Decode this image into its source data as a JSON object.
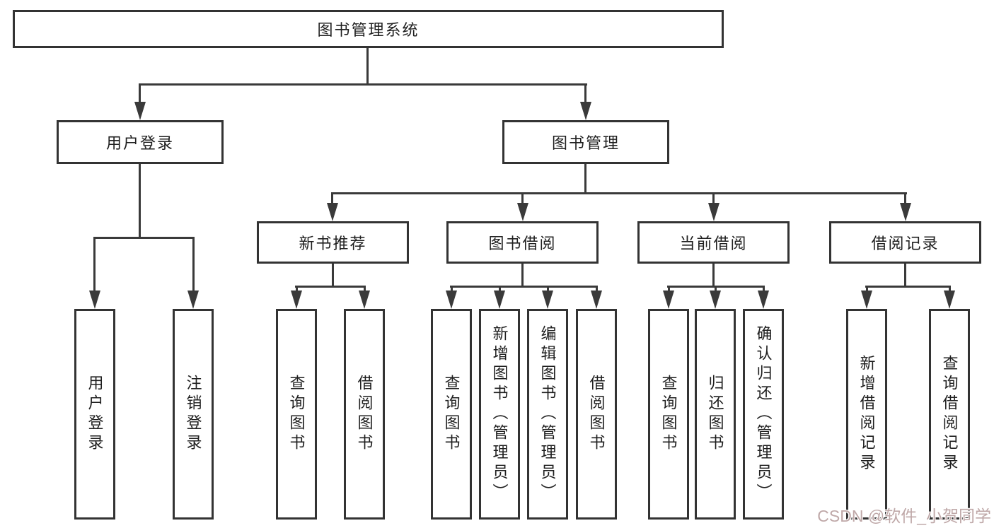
{
  "root": {
    "label": "图书管理系统"
  },
  "level2": [
    {
      "label": "用户登录"
    },
    {
      "label": "图书管理"
    }
  ],
  "level3": [
    {
      "label": "新书推荐"
    },
    {
      "label": "图书借阅"
    },
    {
      "label": "当前借阅"
    },
    {
      "label": "借阅记录"
    }
  ],
  "leaves": {
    "user_login": [
      {
        "label": "用户登录"
      },
      {
        "label": "注销登录"
      }
    ],
    "new_book": [
      {
        "label": "查询图书"
      },
      {
        "label": "借阅图书"
      }
    ],
    "book_borrow": [
      {
        "label": "查询图书"
      },
      {
        "label": "新增图书（管理员）"
      },
      {
        "label": "编辑图书（管理员）"
      },
      {
        "label": "借阅图书"
      }
    ],
    "current_borrow": [
      {
        "label": "查询图书"
      },
      {
        "label": "归还图书"
      },
      {
        "label": "确认归还（管理员）"
      }
    ],
    "borrow_record": [
      {
        "label": "新增借阅记录"
      },
      {
        "label": "查询借阅记录"
      }
    ]
  },
  "watermark": {
    "text": "CSDN @软件_小贺同学"
  },
  "colors": {
    "line": "#3a3a3a",
    "box_border": "#333333",
    "text": "#1f1f1f",
    "background": "#ffffff",
    "watermark": "#bfa8a8"
  }
}
